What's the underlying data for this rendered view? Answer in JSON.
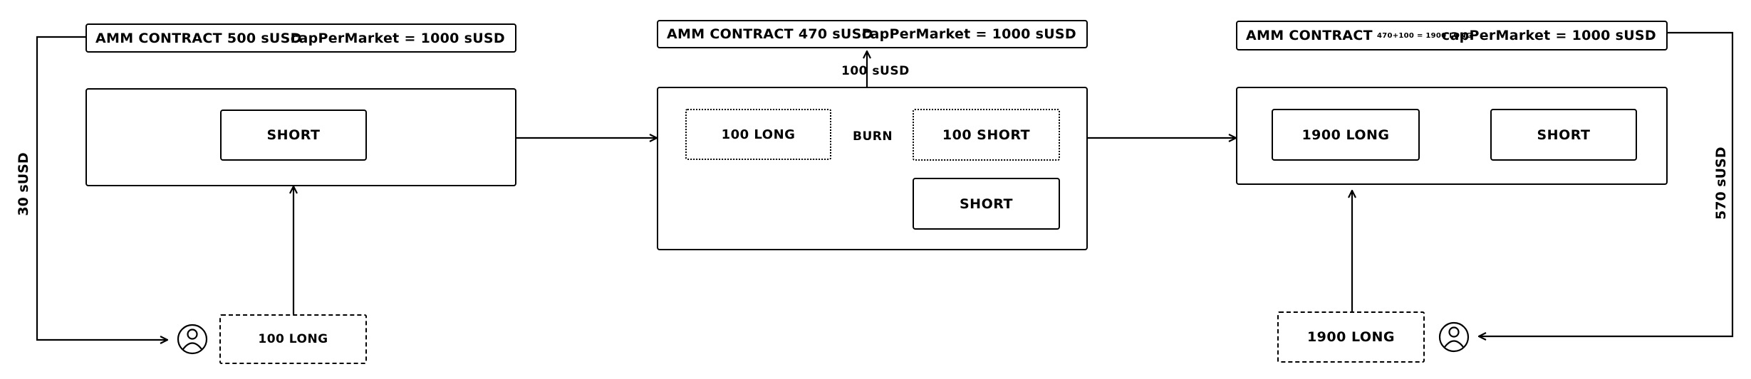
{
  "amm1": {
    "title": "AMM CONTRACT 500 sUSD",
    "cap": "capPerMarket = 1000 sUSD"
  },
  "amm2": {
    "title": "AMM CONTRACT 470 sUSD",
    "cap": "capPerMarket = 1000 sUSD"
  },
  "amm3": {
    "title": "AMM CONTRACT",
    "small": "470+100 = 1900 LONG",
    "cap": "capPerMarket = 1000 sUSD"
  },
  "stage1": {
    "short": "SHORT",
    "user_long": "100 LONG",
    "payment": "30 sUSD"
  },
  "stage2": {
    "long": "100 LONG",
    "burn": "BURN",
    "short_100": "100 SHORT",
    "short": "SHORT",
    "released": "100 sUSD"
  },
  "stage3": {
    "long": "1900 LONG",
    "short": "SHORT",
    "user_long": "1900 LONG",
    "payout": "570 sUSD"
  }
}
